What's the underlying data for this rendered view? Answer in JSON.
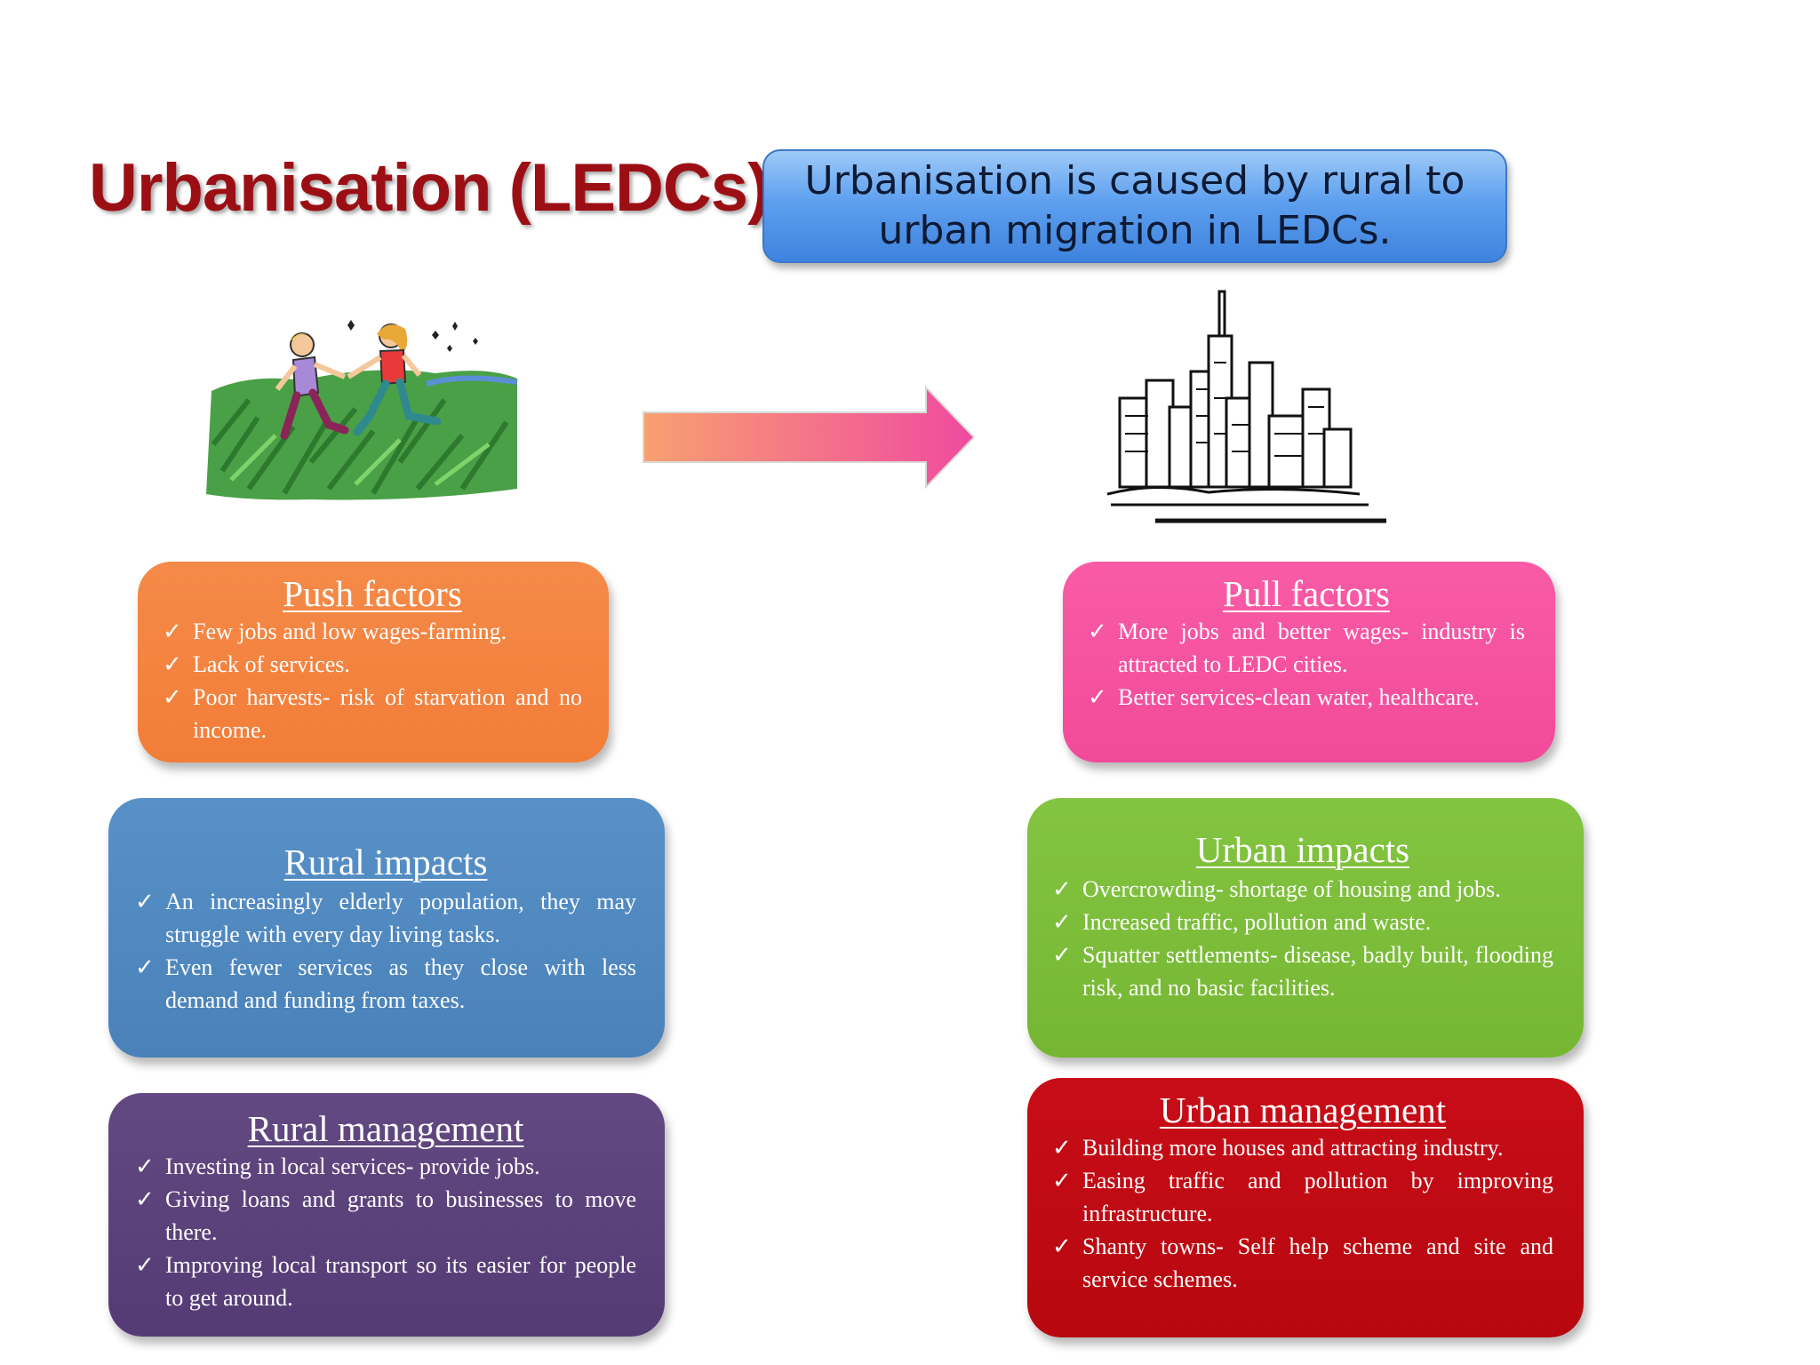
{
  "title": "Urbanisation (LEDCs)",
  "caption": "Urbanisation is caused by rural to urban migration in LEDCs.",
  "check_mark": "✓",
  "images": {
    "rural": "rural-people-running-icon",
    "arrow": "right-arrow-icon",
    "city": "city-skyline-icon"
  },
  "colors": {
    "title": "#9b0f14",
    "push": "#f27d38",
    "pull": "#f24a9a",
    "rural_impacts": "#4a81ba",
    "urban_impacts": "#75b632",
    "rural_management": "#553b75",
    "urban_management": "#b7070f"
  },
  "push_factors": {
    "heading": "Push factors",
    "items": [
      "Few jobs and low wages-farming.",
      "Lack of services.",
      "Poor harvests- risk of starvation and no income."
    ]
  },
  "pull_factors": {
    "heading": "Pull factors",
    "items": [
      "More jobs and better wages- industry is attracted to LEDC cities.",
      "Better services-clean water, healthcare."
    ]
  },
  "rural_impacts": {
    "heading": "Rural impacts",
    "items": [
      "An increasingly elderly population, they may struggle with every day living tasks.",
      "Even fewer services as they close with less demand and funding from taxes."
    ]
  },
  "urban_impacts": {
    "heading": "Urban impacts",
    "items": [
      "Overcrowding- shortage of housing and jobs.",
      "Increased traffic, pollution and waste.",
      "Squatter settlements- disease, badly built, flooding risk, and no basic facilities."
    ]
  },
  "rural_management": {
    "heading": "Rural management",
    "items": [
      "Investing in local services- provide jobs.",
      "Giving loans and grants to businesses to move there.",
      "Improving local transport so its easier for people to get around."
    ]
  },
  "urban_management": {
    "heading": "Urban management",
    "items": [
      "Building more houses and attracting industry.",
      "Easing traffic and pollution by improving infrastructure.",
      "Shanty towns- Self help scheme and site and service schemes."
    ]
  }
}
